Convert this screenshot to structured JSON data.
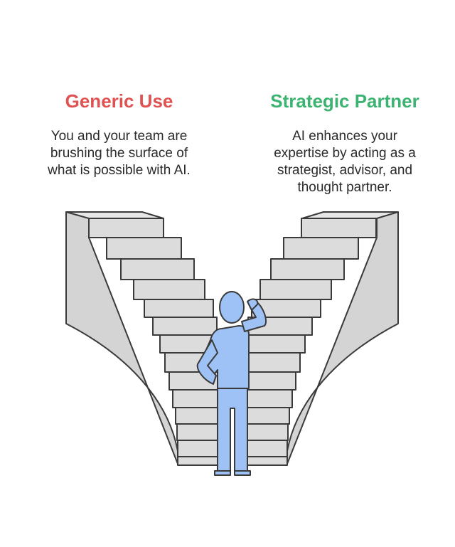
{
  "left": {
    "title": "Generic Use",
    "title_color": "#e05252",
    "lines": [
      "You and your team are",
      "brushing the surface of",
      "what is possible with AI."
    ]
  },
  "right": {
    "title": "Strategic Partner",
    "title_color": "#3cb371",
    "lines": [
      "AI enhances your",
      "expertise by acting as a",
      "strategist, advisor, and",
      "thought partner."
    ]
  },
  "colors": {
    "stair_fill": "#dcdcdc",
    "stair_side": "#d2d2d2",
    "outline": "#3a3a3a",
    "figure": "#9ec2f5"
  },
  "icons": [
    "stairs-left",
    "stairs-right",
    "person-thinking-icon"
  ]
}
